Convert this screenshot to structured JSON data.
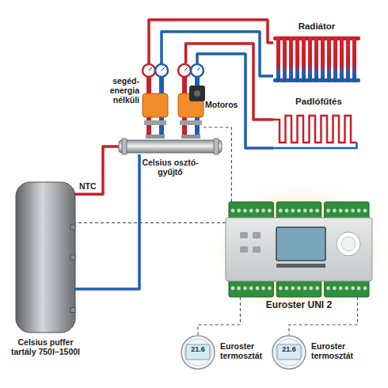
{
  "diagram": {
    "nodes": [
      {
        "text": [
          "Radiátor"
        ]
      },
      {
        "text": [
          "Padlófűtés"
        ]
      },
      {
        "text": [
          "segéd- energia nélküli"
        ]
      },
      {
        "text": [
          "Motoros"
        ]
      },
      {
        "text": [
          "Celsius osztó-gyűjtő"
        ]
      },
      {
        "text": [
          "Celsius puffer tartály 750l–1500l"
        ]
      },
      {
        "text": [
          "Euroster UNI 2"
        ]
      },
      {
        "text": [
          "Euroster termosztát"
        ]
      },
      {
        "text": [
          "Euroster termosztát"
        ]
      }
    ],
    "edges": [
      {
        "from": 5,
        "to": 4,
        "arrow": "none"
      },
      {
        "from": 4,
        "to": 5,
        "arrow": "none"
      },
      {
        "from": 2,
        "to": 0,
        "arrow": "none"
      },
      {
        "from": 0,
        "to": 2,
        "arrow": "none"
      },
      {
        "from": 3,
        "to": 1,
        "arrow": "none"
      },
      {
        "from": 1,
        "to": 3,
        "arrow": "none"
      },
      {
        "from": 6,
        "to": 3,
        "arrow": "none"
      },
      {
        "from": 6,
        "to": 5,
        "arrow": "none"
      },
      {
        "from": 6,
        "to": 7,
        "arrow": "none"
      },
      {
        "from": 6,
        "to": 8,
        "arrow": "none"
      }
    ],
    "labels": [
      "NTC",
      "21.6",
      "21.6"
    ]
  }
}
